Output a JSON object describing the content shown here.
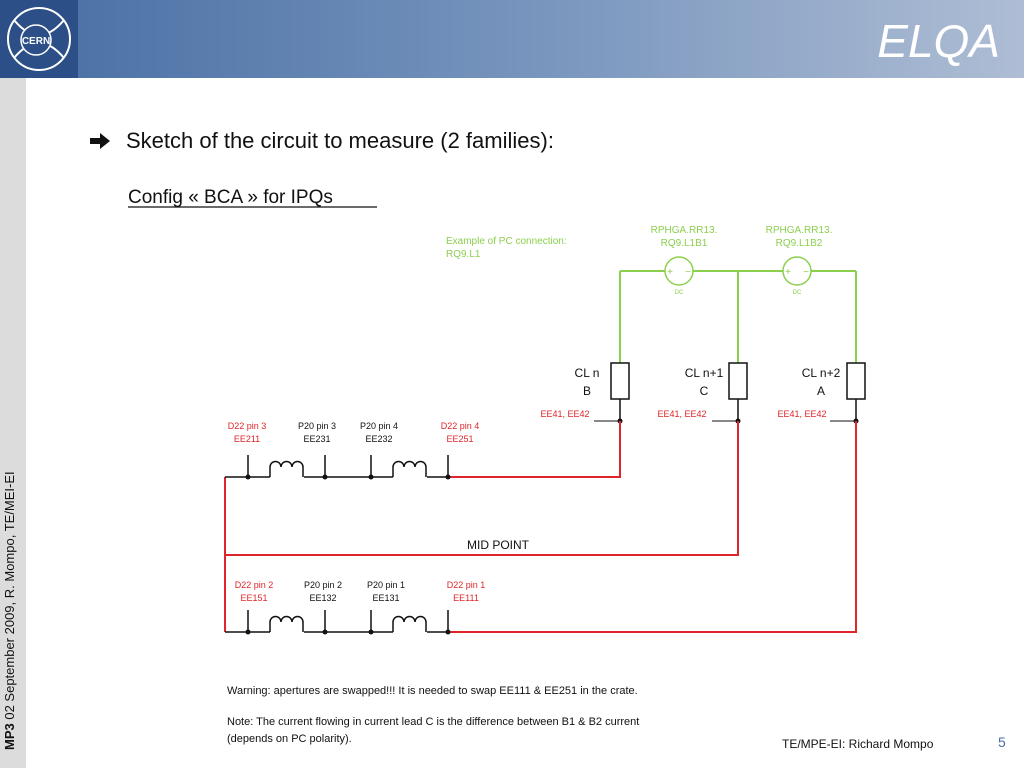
{
  "header": {
    "title": "ELQA",
    "logo_text": "CERN"
  },
  "sidebar": {
    "bold": "MP3",
    "text": " 02 September 2009, R. Mompo, TE/MEI-EI"
  },
  "bullet": {
    "text": "Sketch of the circuit to measure (2 families):"
  },
  "diagram": {
    "config_title": "Config « BCA » for IPQs",
    "pc_example": [
      "Example of PC connection:",
      "RQ9.L1"
    ],
    "pc1": [
      "RPHGA.RR13.",
      "RQ9.L1B1"
    ],
    "pc2": [
      "RPHGA.RR13.",
      "RQ9.L1B2"
    ],
    "dc_label": "DC",
    "plus": "+",
    "minus": "−",
    "cl": [
      {
        "l1": "CL n",
        "l2": "B"
      },
      {
        "l1": "CL n+1",
        "l2": "C"
      },
      {
        "l1": "CL n+2",
        "l2": "A"
      }
    ],
    "ee_label": "EE41, EE42",
    "top_pins": [
      {
        "l1": "D22 pin 3",
        "l2": "EE211",
        "red": true
      },
      {
        "l1": "P20 pin 3",
        "l2": "EE231",
        "red": false
      },
      {
        "l1": "P20 pin 4",
        "l2": "EE232",
        "red": false
      },
      {
        "l1": "D22 pin 4",
        "l2": "EE251",
        "red": true
      }
    ],
    "bottom_pins": [
      {
        "l1": "D22 pin 2",
        "l2": "EE151",
        "red": true
      },
      {
        "l1": "P20 pin 2",
        "l2": "EE132",
        "red": false
      },
      {
        "l1": "P20 pin 1",
        "l2": "EE131",
        "red": false
      },
      {
        "l1": "D22 pin 1",
        "l2": "EE111",
        "red": true
      }
    ],
    "mid_point": "MID POINT",
    "warning": "Warning: apertures are swapped!!! It is needed to swap EE111 & EE251 in the crate.",
    "note": [
      "Note: The current flowing in current lead C is the difference between B1 & B2 current",
      "(depends on PC polarity)."
    ]
  },
  "footer": {
    "author": "TE/MPE-EI: Richard Mompo",
    "page": "5"
  },
  "colors": {
    "red": "#e0252a",
    "green": "#8ccf4d",
    "header_dark": "#2c4f87",
    "accent": "#4b6ea8"
  }
}
